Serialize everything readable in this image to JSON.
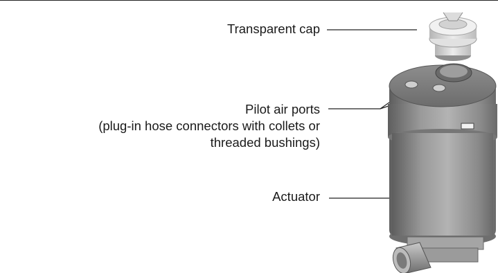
{
  "labels": {
    "cap": "Transparent cap",
    "pilot_ports": {
      "line1": "Pilot air ports",
      "line2": "(plug-in hose connectors with collets or",
      "line3": "threaded bushings)"
    },
    "actuator": "Actuator"
  },
  "colors": {
    "leader": "#222222",
    "actuator_body": "#8a8a8a",
    "cap": "#d4d4d4",
    "valve_body": "#a9a9a9"
  }
}
